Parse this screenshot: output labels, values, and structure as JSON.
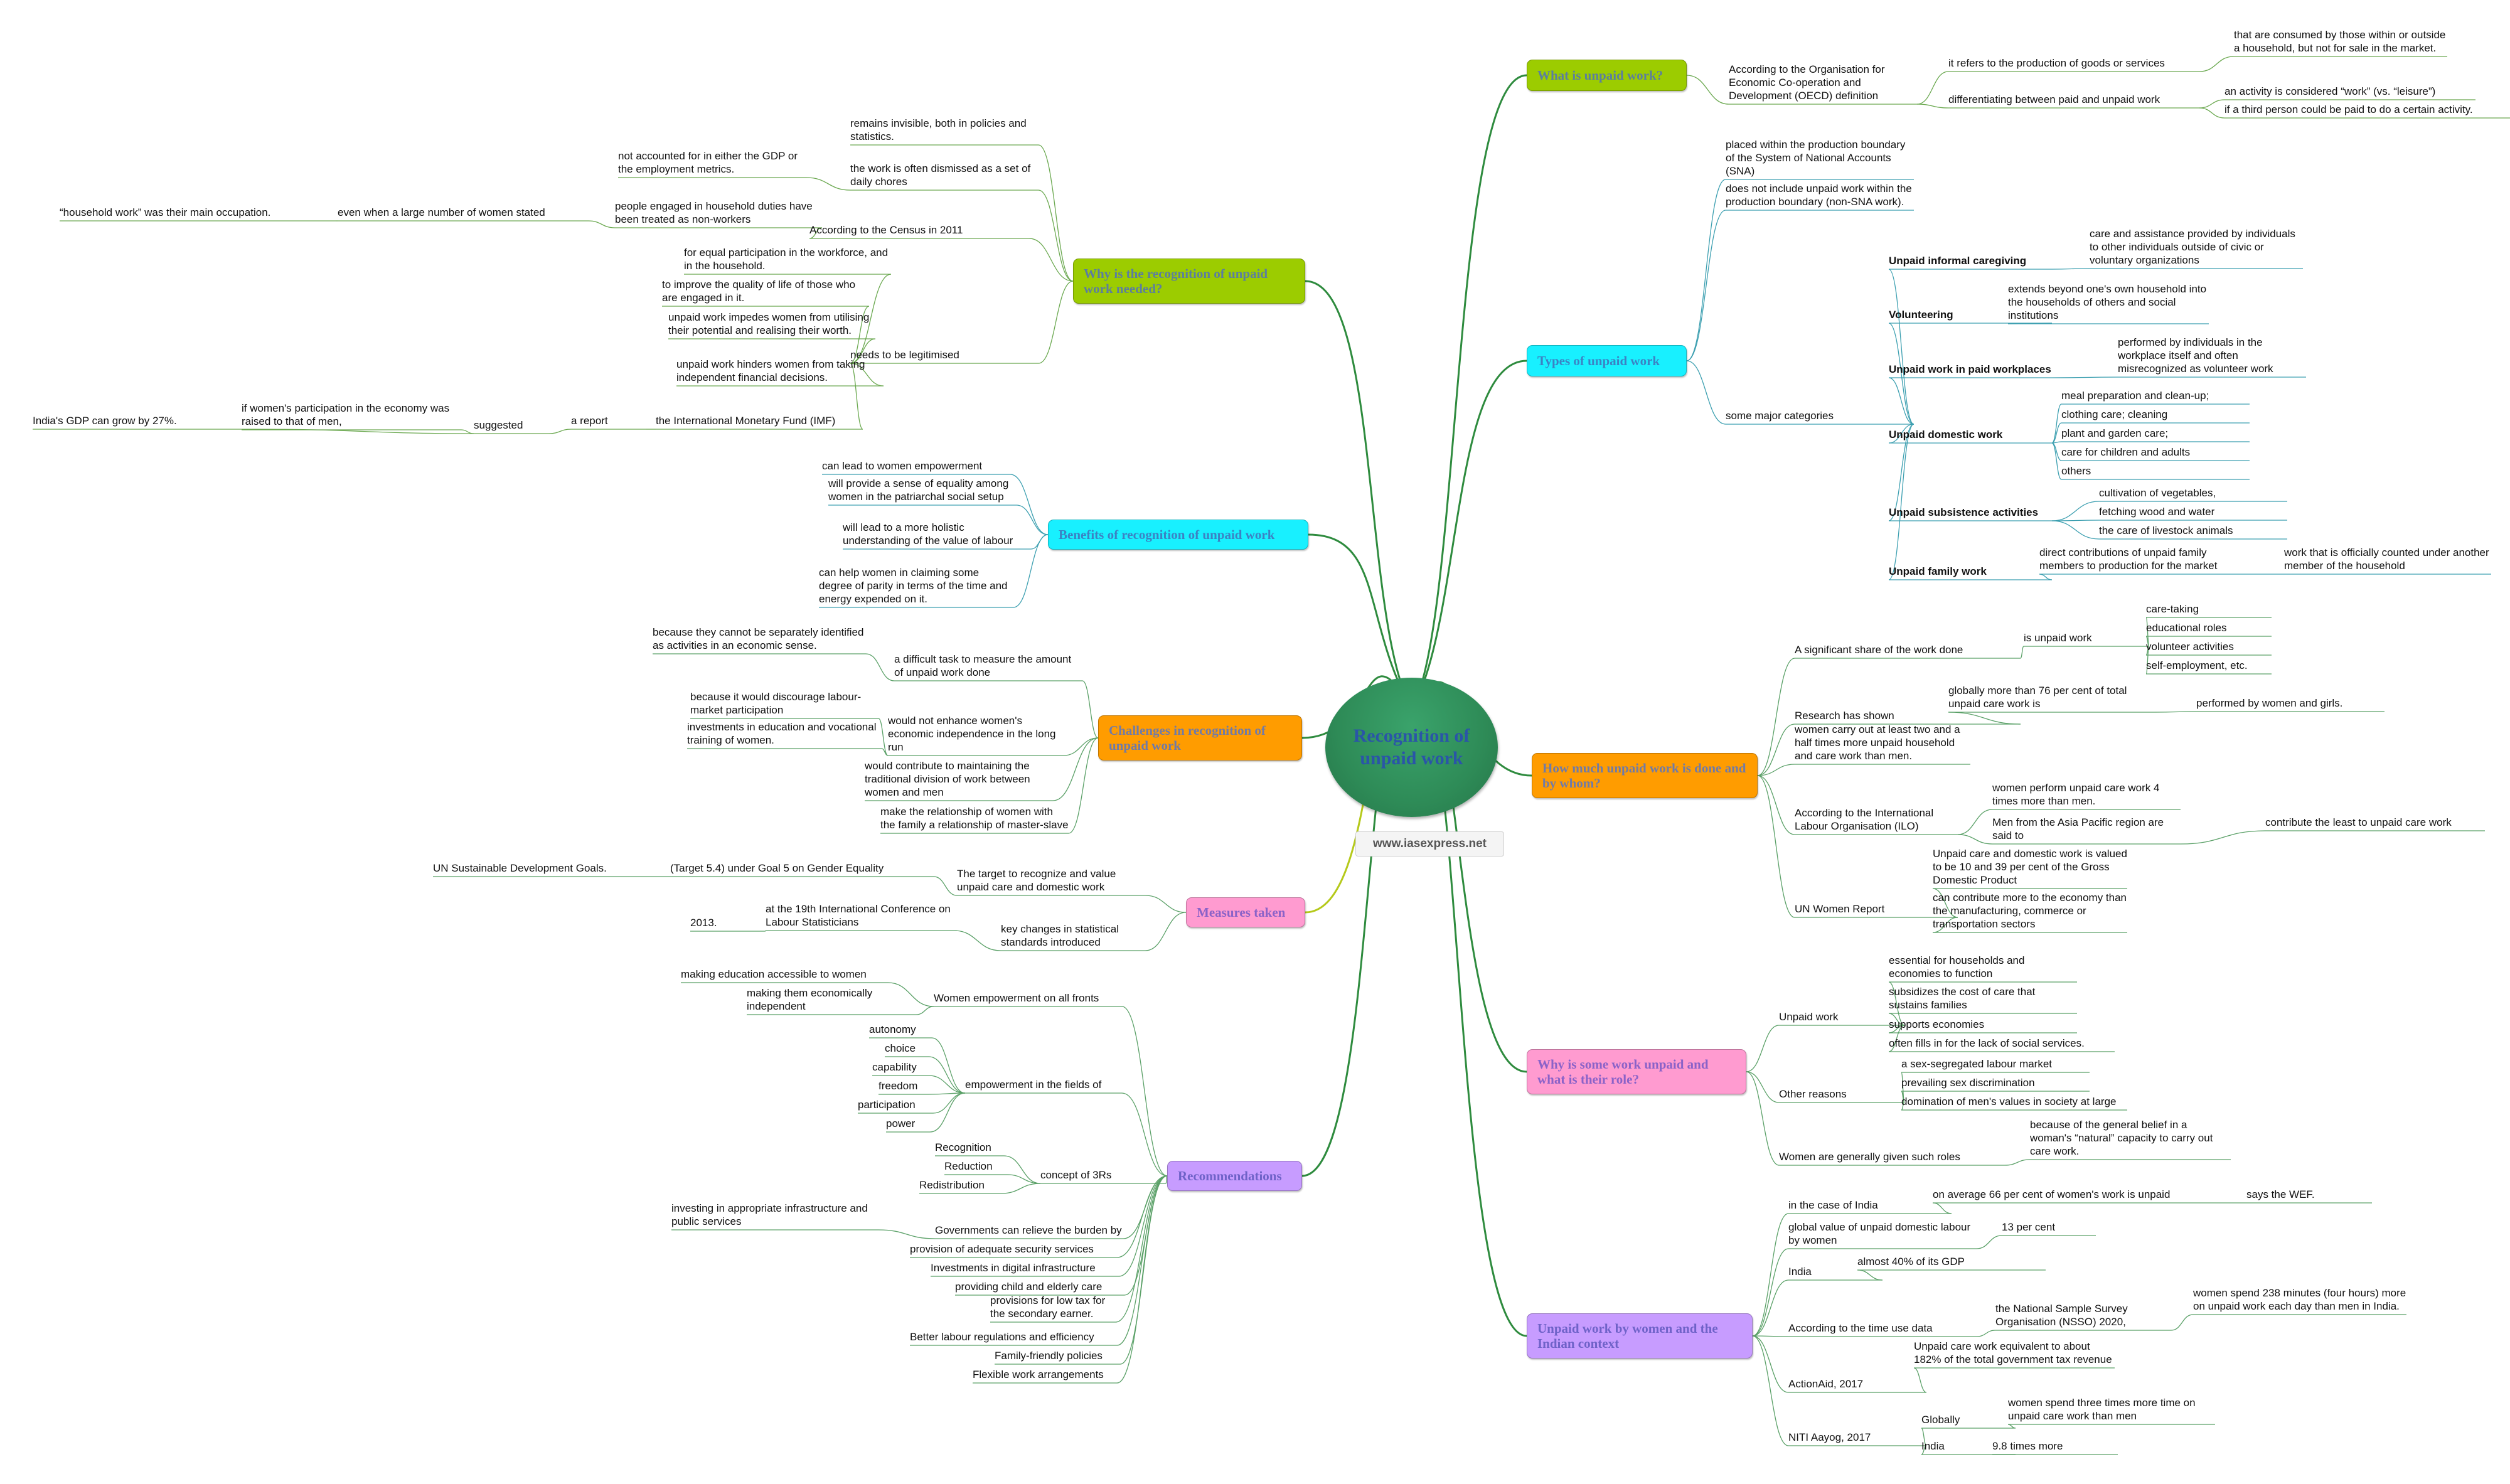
{
  "center": {
    "title": "Recognition of unpaid work"
  },
  "site": "www.iasexpress.net",
  "branches": [
    {
      "id": "what",
      "label": "What is unpaid work?",
      "color": "green",
      "children": [
        {
          "label": "According to the Organisation for Economic Co-operation and Development (OECD) definition",
          "children": [
            {
              "label": "it refers to the production of goods or services",
              "children": [
                {
                  "label": "that are consumed by those within or outside a household, but not for sale in the market."
                }
              ]
            },
            {
              "label": "differentiating between paid and unpaid work",
              "children": [
                {
                  "label": "an activity is considered “work” (vs. “leisure”)"
                },
                {
                  "label": "if a third person could be paid to do a certain activity."
                }
              ]
            }
          ]
        }
      ]
    },
    {
      "id": "types",
      "label": "Types of unpaid work",
      "color": "cyan",
      "children": [
        {
          "label": "placed within the production boundary of the System of National Accounts (SNA)"
        },
        {
          "label": "does not include unpaid work within the production boundary (non-SNA work)."
        },
        {
          "label": "some major categories",
          "children": [
            {
              "label": "Unpaid informal caregiving",
              "bold": true,
              "children": [
                {
                  "label": "care and assistance provided by individuals to other individuals outside of civic or voluntary organizations"
                }
              ]
            },
            {
              "label": "Volunteering",
              "bold": true,
              "children": [
                {
                  "label": "extends beyond one's own household into the households of others and social institutions"
                }
              ]
            },
            {
              "label": "Unpaid work in paid workplaces",
              "bold": true,
              "children": [
                {
                  "label": "performed by individuals in the workplace itself and often misrecognized as volunteer work"
                }
              ]
            },
            {
              "label": "Unpaid domestic work",
              "bold": true,
              "children": [
                {
                  "label": "meal preparation and clean-up;"
                },
                {
                  "label": "clothing care; cleaning"
                },
                {
                  "label": "plant and garden care;"
                },
                {
                  "label": "care for children and adults"
                },
                {
                  "label": "others"
                }
              ]
            },
            {
              "label": "Unpaid subsistence activities",
              "bold": true,
              "children": [
                {
                  "label": "cultivation of vegetables,"
                },
                {
                  "label": "fetching wood and water"
                },
                {
                  "label": "the care of livestock animals"
                }
              ]
            },
            {
              "label": "Unpaid family work",
              "bold": true,
              "children": [
                {
                  "label": "direct contributions of unpaid family members to production for the market",
                  "children": [
                    {
                      "label": "work that is officially counted under another member of the household"
                    }
                  ]
                }
              ]
            }
          ]
        }
      ]
    },
    {
      "id": "how",
      "label": "How much unpaid work is done and by whom?",
      "color": "orange",
      "children": [
        {
          "label": "A significant share of the work done",
          "children": [
            {
              "label": "is unpaid work",
              "children": [
                {
                  "label": "care-taking"
                },
                {
                  "label": "educational roles"
                },
                {
                  "label": "volunteer activities"
                },
                {
                  "label": "self-employment, etc."
                }
              ]
            }
          ]
        },
        {
          "label": "Research has shown",
          "children": [
            {
              "label": "globally more than 76 per cent of total unpaid care work is",
              "children": [
                {
                  "label": "performed by women and girls."
                }
              ]
            }
          ]
        },
        {
          "label": "women carry out at least two and a half times more unpaid household and care work than men."
        },
        {
          "label": "According to the International Labour Organisation (ILO)",
          "children": [
            {
              "label": "women perform unpaid care work 4 times more than men."
            },
            {
              "label": "Men from the Asia Pacific region are said to",
              "children": [
                {
                  "label": "contribute the least to unpaid care work"
                }
              ]
            }
          ]
        },
        {
          "label": "UN Women Report",
          "children": [
            {
              "label": "Unpaid care and domestic work is valued to be 10 and 39 per cent of the Gross Domestic Product"
            },
            {
              "label": "can contribute more to the economy than the manufacturing, commerce or transportation sectors"
            }
          ]
        }
      ]
    },
    {
      "id": "why-role",
      "label": "Why is some work unpaid and what is their role?",
      "color": "pink",
      "children": [
        {
          "label": "Unpaid work",
          "children": [
            {
              "label": "essential for households and economies to function"
            },
            {
              "label": "subsidizes the cost of care that sustains families"
            },
            {
              "label": "supports economies"
            },
            {
              "label": "often fills in for the lack of social services."
            }
          ]
        },
        {
          "label": "Other reasons",
          "children": [
            {
              "label": "a sex-segregated labour market"
            },
            {
              "label": "prevailing sex discrimination"
            },
            {
              "label": "domination of men's values in society at large"
            }
          ]
        },
        {
          "label": "Women are generally given such roles",
          "children": [
            {
              "label": "because of the general belief in a woman's “natural” capacity to carry out care work."
            }
          ]
        }
      ]
    },
    {
      "id": "india",
      "label": "Unpaid work by women and the Indian context",
      "color": "purple",
      "children": [
        {
          "label": "in the case of India",
          "children": [
            {
              "label": "on average 66 per cent of women's work is unpaid",
              "children": [
                {
                  "label": "says the WEF."
                }
              ]
            }
          ]
        },
        {
          "label": "global value of unpaid domestic labour by women",
          "children": [
            {
              "label": "13 per cent"
            }
          ]
        },
        {
          "label": "India",
          "children": [
            {
              "label": "almost 40% of its GDP"
            }
          ]
        },
        {
          "label": "According to the time use data",
          "children": [
            {
              "label": "the National Sample Survey Organisation (NSSO) 2020,",
              "children": [
                {
                  "label": "women spend 238 minutes (four hours) more on unpaid work each day than men in India."
                }
              ]
            }
          ]
        },
        {
          "label": "ActionAid, 2017",
          "children": [
            {
              "label": "Unpaid care work equivalent to about 182% of the total government tax revenue"
            }
          ]
        },
        {
          "label": "NITI Aayog, 2017",
          "children": [
            {
              "label": "Globally",
              "children": [
                {
                  "label": "women spend three times more time on unpaid care work than men"
                }
              ]
            },
            {
              "label": "India",
              "children": [
                {
                  "label": "9.8 times more"
                }
              ]
            }
          ]
        }
      ]
    },
    {
      "id": "why-needed",
      "label": "Why is the recognition of unpaid work needed?",
      "color": "green",
      "children": [
        {
          "label": "remains invisible, both in policies and statistics."
        },
        {
          "label": "the work is often dismissed as a set of daily chores",
          "children": [
            {
              "label": "not accounted for in either the GDP or the employment metrics."
            }
          ]
        },
        {
          "label": "According to the Census in 2011",
          "children": [
            {
              "label": "people engaged in household duties have been treated as non-workers",
              "children": [
                {
                  "label": "even when a large number of women stated",
                  "children": [
                    {
                      "label": "“household work” was their main occupation."
                    }
                  ]
                }
              ]
            }
          ]
        },
        {
          "label": "needs to be legitimised",
          "children": [
            {
              "label": "for equal participation in the workforce, and in the household."
            },
            {
              "label": "to improve the quality of life of those who are engaged in it."
            },
            {
              "label": "unpaid work impedes women from utilising their potential and realising their worth."
            },
            {
              "label": "unpaid work hinders women from taking independent financial decisions."
            },
            {
              "label": "the International Monetary Fund (IMF)",
              "children": [
                {
                  "label": "a report",
                  "children": [
                    {
                      "label": "suggested",
                      "children": [
                        {
                          "label": "if women's participation in the economy was raised to that of men,"
                        },
                        {
                          "label": "India's GDP can grow by 27%."
                        }
                      ]
                    }
                  ]
                }
              ]
            }
          ]
        }
      ]
    },
    {
      "id": "benefits",
      "label": "Benefits of recognition of unpaid work",
      "color": "cyan",
      "children": [
        {
          "label": "can lead to women empowerment"
        },
        {
          "label": "will provide a sense of equality among women in the patriarchal social setup"
        },
        {
          "label": "will lead to a more holistic understanding of the value of labour"
        },
        {
          "label": "can help women in claiming some degree of parity in terms of the time and energy expended on it."
        }
      ]
    },
    {
      "id": "challenges",
      "label": "Challenges in recognition of unpaid work",
      "color": "orange",
      "children": [
        {
          "label": "a difficult task to measure the amount of unpaid work done",
          "children": [
            {
              "label": "because they cannot be separately identified as activities in an economic sense."
            }
          ]
        },
        {
          "label": "would not enhance women's economic independence in the long run",
          "children": [
            {
              "label": "because it would discourage labour-market participation"
            },
            {
              "label": "investments in education and vocational training of women."
            }
          ]
        },
        {
          "label": "would contribute to maintaining the traditional division of work between women and men"
        },
        {
          "label": "make the relationship of women with the family a relationship of master-slave"
        }
      ]
    },
    {
      "id": "measures",
      "label": "Measures taken",
      "color": "pink",
      "children": [
        {
          "label": "The target to recognize and value unpaid care and domestic work",
          "children": [
            {
              "label": "(Target 5.4) under Goal 5 on Gender Equality",
              "children": [
                {
                  "label": "UN Sustainable Development Goals."
                }
              ]
            }
          ]
        },
        {
          "label": "key changes in statistical standards introduced",
          "children": [
            {
              "label": "at the 19th International Conference on Labour Statisticians",
              "children": [
                {
                  "label": "2013."
                }
              ]
            }
          ]
        }
      ]
    },
    {
      "id": "recs",
      "label": "Recommendations",
      "color": "purple",
      "children": [
        {
          "label": "Women empowerment on all fronts",
          "children": [
            {
              "label": "making education accessible to women"
            },
            {
              "label": "making them economically independent"
            }
          ]
        },
        {
          "label": "empowerment in the fields of",
          "children": [
            {
              "label": "autonomy"
            },
            {
              "label": "choice"
            },
            {
              "label": "capability"
            },
            {
              "label": "freedom"
            },
            {
              "label": "participation"
            },
            {
              "label": "power"
            }
          ]
        },
        {
          "label": "concept of 3Rs",
          "children": [
            {
              "label": "Recognition"
            },
            {
              "label": "Reduction"
            },
            {
              "label": "Redistribution"
            }
          ]
        },
        {
          "label": "Governments can relieve the burden by",
          "children": [
            {
              "label": "investing in appropriate infrastructure and public services"
            }
          ]
        },
        {
          "label": "provision of adequate security services"
        },
        {
          "label": "Investments in digital infrastructure"
        },
        {
          "label": "providing child and elderly care"
        },
        {
          "label": "provisions for low tax for the secondary earner."
        },
        {
          "label": "Better labour regulations and efficiency"
        },
        {
          "label": "Family-friendly policies"
        },
        {
          "label": "Flexible work arrangements"
        }
      ]
    }
  ]
}
